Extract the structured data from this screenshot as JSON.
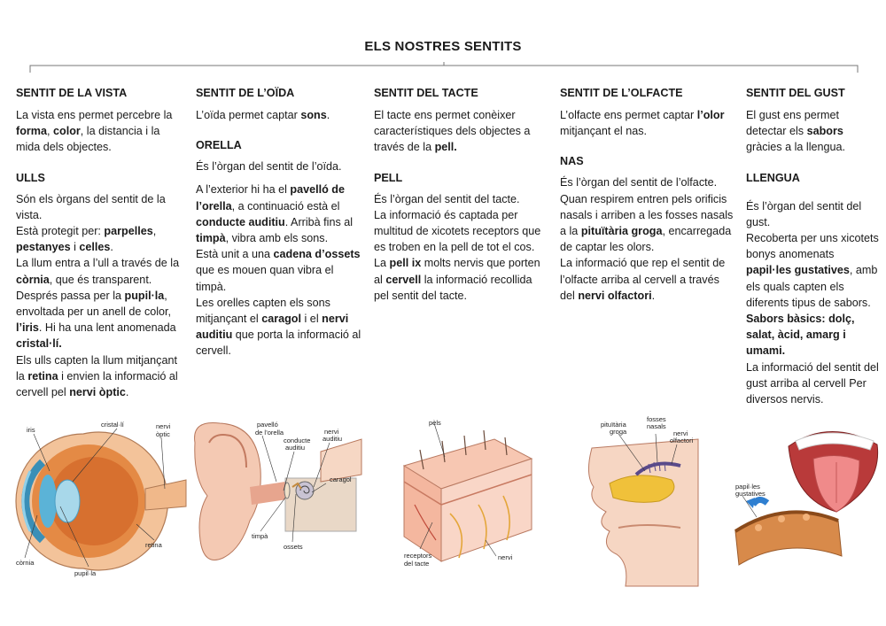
{
  "title": "ELS NOSTRES SENTITS",
  "vista": {
    "heading": "SENTIT DE LA VISTA",
    "intro": [
      {
        "t": "La vista ens permet percebre la "
      },
      {
        "t": "forma",
        "b": true
      },
      {
        "t": ", "
      },
      {
        "t": "color",
        "b": true
      },
      {
        "t": ", la distancia i la mida dels objectes."
      }
    ],
    "organ": "ULLS",
    "body": [
      {
        "t": "Són els òrgans del sentit de la vista."
      },
      {
        "br": true
      },
      {
        "t": "Està protegit per: "
      },
      {
        "t": "parpelles",
        "b": true
      },
      {
        "t": ", "
      },
      {
        "t": "pestanyes",
        "b": true
      },
      {
        "t": " i "
      },
      {
        "t": "celles",
        "b": true
      },
      {
        "t": "."
      },
      {
        "br": true
      },
      {
        "t": "La llum entra a l’ull a través de la "
      },
      {
        "t": "còrnia",
        "b": true
      },
      {
        "t": ", que és transparent."
      },
      {
        "br": true
      },
      {
        "t": "Després passa per la "
      },
      {
        "t": "pupil·la",
        "b": true
      },
      {
        "t": ", envoltada per un anell de color, "
      },
      {
        "t": "l’iris",
        "b": true
      },
      {
        "t": ". Hi ha una lent anomenada "
      },
      {
        "t": "cristal·lí.",
        "b": true
      },
      {
        "br": true
      },
      {
        "t": "Els ulls capten la llum mitjançant la "
      },
      {
        "t": "retina",
        "b": true
      },
      {
        "t": " i envien la informació al cervell pel "
      },
      {
        "t": "nervi òptic",
        "b": true
      },
      {
        "t": "."
      }
    ],
    "labels": {
      "iris": "iris",
      "cristalli": "cristal·lí",
      "nervi": "nervi",
      "optic": "òptic",
      "retina": "retina",
      "cornia": "còrnia",
      "pupilla": "pupil·la"
    }
  },
  "oida": {
    "heading": "SENTIT DE L’OÏDA",
    "intro": [
      {
        "t": "L’oïda permet captar "
      },
      {
        "t": "sons",
        "b": true
      },
      {
        "t": "."
      }
    ],
    "organ": "ORELLA",
    "body": [
      {
        "t": "És l’òrgan del sentit de l’oïda."
      },
      {
        "gap": true
      },
      {
        "t": "A l’exterior hi ha el "
      },
      {
        "t": "pavelló de l’orella",
        "b": true
      },
      {
        "t": ", a continuació està el "
      },
      {
        "t": "conducte auditiu",
        "b": true
      },
      {
        "t": ". Arribà fins al "
      },
      {
        "t": "timpà",
        "b": true
      },
      {
        "t": ", vibra amb els sons."
      },
      {
        "br": true
      },
      {
        "t": "Està unit a una "
      },
      {
        "t": "cadena d’ossets",
        "b": true
      },
      {
        "t": " que es mouen quan vibra el timpà."
      },
      {
        "br": true
      },
      {
        "t": "Les orelles capten els sons mitjançant el "
      },
      {
        "t": "caragol",
        "b": true
      },
      {
        "t": " i el "
      },
      {
        "t": "nervi auditiu",
        "b": true
      },
      {
        "t": " que porta la informació al cervell."
      }
    ],
    "labels": {
      "pavello1": "pavelló",
      "pavello2": "de l’orella",
      "conducte1": "conducte",
      "conducte2": "auditiu",
      "nervi1": "nervi",
      "nervi2": "auditiu",
      "caragol": "caragol",
      "timpa": "timpà",
      "ossets": "ossets"
    }
  },
  "tacte": {
    "heading": "SENTIT DEL TACTE",
    "intro": [
      {
        "t": "El tacte ens permet conèixer característiques dels objectes a través de la "
      },
      {
        "t": "pell.",
        "b": true
      }
    ],
    "organ": "PELL",
    "body": [
      {
        "t": "És l’òrgan del sentit del tacte."
      },
      {
        "br": true
      },
      {
        "t": "La informació és captada per multitud de xicotets receptors que es troben en la pell de tot el cos."
      },
      {
        "br": true
      },
      {
        "t": "La "
      },
      {
        "t": "pell ix",
        "b": true
      },
      {
        "t": " molts nervis que porten al "
      },
      {
        "t": "cervell",
        "b": true
      },
      {
        "t": " la informació recollida pel sentit del tacte."
      }
    ],
    "labels": {
      "pels": "pèls",
      "receptors1": "receptors",
      "receptors2": "del tacte",
      "nervi": "nervi"
    }
  },
  "olfacte": {
    "heading": "SENTIT DE L’OLFACTE",
    "intro": [
      {
        "t": "L’olfacte ens permet captar "
      },
      {
        "t": "l’olor",
        "b": true
      },
      {
        "t": " mitjançant el nas."
      }
    ],
    "organ": "NAS",
    "body": [
      {
        "t": "És l’òrgan del sentit de l’olfacte."
      },
      {
        "br": true
      },
      {
        "t": "Quan respirem entren pels orificis nasals i arriben a les fosses nasals a la "
      },
      {
        "t": "pituïtària groga",
        "b": true
      },
      {
        "t": ", encarregada de captar les olors."
      },
      {
        "br": true
      },
      {
        "t": "La informació que rep el sentit de l’olfacte arriba al cervell a través del "
      },
      {
        "t": "nervi olfactori",
        "b": true
      },
      {
        "t": "."
      }
    ],
    "labels": {
      "fosses1": "fosses",
      "fosses2": "nasals",
      "pit1": "pituïtària",
      "pit2": "groga",
      "nervi1": "nervi",
      "nervi2": "olfactori"
    }
  },
  "gust": {
    "heading": "SENTIT DEL GUST",
    "intro": [
      {
        "t": "El gust ens permet detectar els "
      },
      {
        "t": "sabors",
        "b": true
      },
      {
        "t": " gràcies a la llengua."
      }
    ],
    "organ": "LLENGUA",
    "body": [
      {
        "gap": true
      },
      {
        "t": "És l’òrgan del sentit del gust."
      },
      {
        "br": true
      },
      {
        "t": "Recoberta per uns xicotets bonys anomenats "
      },
      {
        "t": "papil·les gustatives",
        "b": true
      },
      {
        "t": ", amb els quals capten els diferents tipus de sabors."
      },
      {
        "br": true
      },
      {
        "t": "Sabors bàsics: dolç, salat, àcid, amarg i umami.",
        "b": true
      },
      {
        "br": true
      },
      {
        "t": "La informació del sentit del gust arriba al cervell Per diversos nervis."
      }
    ],
    "labels": {
      "pap1": "papil·les",
      "pap2": "gustatives"
    }
  }
}
